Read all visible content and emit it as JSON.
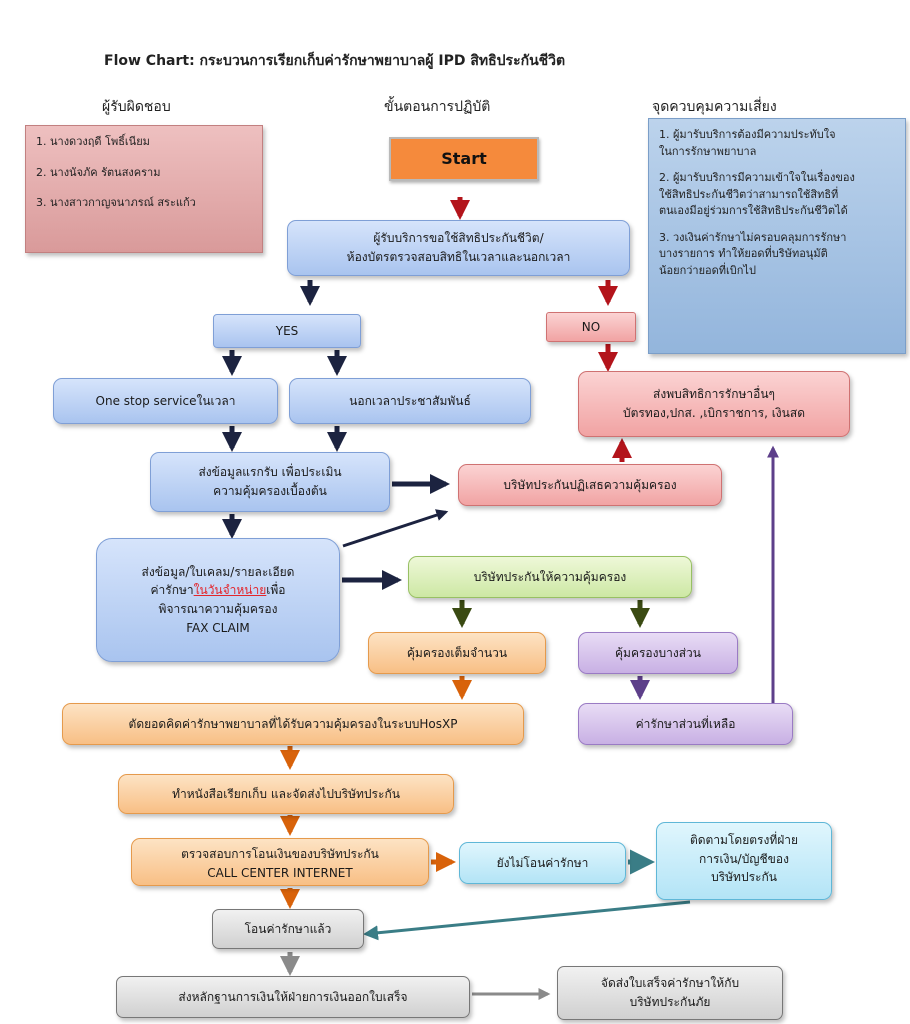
{
  "title": "Flow Chart: กระบวนการเรียกเก็บค่ารักษาพยาบาลผู้ IPD สิทธิประกันชีวิต",
  "headers": {
    "responsible": "ผู้รับผิดชอบ",
    "procedure": "ขั้นตอนการปฏิบัติ",
    "risk": "จุดควบคุมความเสี่ยง"
  },
  "responsible": [
    "1. นางดวงฤดี  โพธิ์เนียม",
    "2. นางนัจภัค  รัตนสงคราม",
    "3. นางสาวกาญจนาภรณ์  สระแก้ว"
  ],
  "risks": [
    [
      "1.  ผู้มารับบริการต้องมีความประทับใจ",
      "ในการรักษาพยาบาล"
    ],
    [
      "2. ผู้มารับบริการมีความเข้าใจในเรื่องของ",
      "ใช้สิทธิประกันชีวิตว่าสามารถใช้สิทธิที่",
      "ตนเองมีอยู่ร่วมการใช้สิทธิประกันชีวิตได้"
    ],
    [
      "3. วงเงินค่ารักษาไม่ครอบคลุมการรักษา",
      "บางรายการ ทำให้ยอดที่บริษัทอนุมัติ",
      "น้อยกว่ายอดที่เบิกไป"
    ]
  ],
  "nodes": {
    "start": "Start",
    "request": [
      "ผู้รับบริการขอใช้สิทธิประกันชีวิต/",
      "ห้องบัตรตรวจสอบสิทธิในเวลาและนอกเวลา"
    ],
    "yes": "YES",
    "no": "NO",
    "other_rights": [
      "ส่งพบสิทธิการรักษาอื่นๆ",
      "บัตรทอง,ปกส. ,เบิกราชการ, เงินสด"
    ],
    "one_stop": "One stop serviceในเวลา",
    "after_hours": "นอกเวลาประชาสัมพันธ์",
    "send_initial": [
      "ส่งข้อมูลแรกรับ เพื่อประเมิน",
      "ความคุ้มครองเบื้องต้น"
    ],
    "rejected": "บริษัทประกันปฏิเสธความคุ้มครอง",
    "send_claim_l1": "ส่งข้อมูล/ใบเคลม/รายละเอียด",
    "send_claim_l2a": "ค่ารักษา",
    "send_claim_l2b": "ในวันจำหน่าย",
    "send_claim_l2c": "เพื่อ",
    "send_claim_l3": "พิจารณาความคุ้มครอง",
    "send_claim_l4": "FAX CLAIM",
    "covered": "บริษัทประกันให้ความคุ้มครอง",
    "full": "คุ้มครองเต็มจำนวน",
    "partial": "คุ้มครองบางส่วน",
    "remaining": "ค่ารักษาส่วนที่เหลือ",
    "cut_balance": "ตัดยอดคิดค่ารักษาพยาบาลที่ได้รับความคุ้มครองในระบบHosXP",
    "billing_letter": "ทำหนังสือเรียกเก็บ และจัดส่งไปบริษัทประกัน",
    "check_transfer": [
      "ตรวจสอบการโอนเงินของบริษัทประกัน",
      "CALL CENTER INTERNET"
    ],
    "not_transferred": "ยังไม่โอนค่ารักษา",
    "follow_up": [
      "ติดตามโดยตรงที่ฝ่าย",
      "การเงิน/บัญชีของ",
      "บริษัทประกัน"
    ],
    "transferred": "โอนค่ารักษาแล้ว",
    "send_finance": "ส่งหลักฐานการเงินให้ฝ่ายการเงินออกใบเสร็จ",
    "send_receipt": [
      "จัดส่งใบเสร็จค่ารักษาให้กับ",
      "บริษัทประกันภัย"
    ]
  },
  "colors": {
    "arrow_dark": "#1c2340",
    "arrow_red": "#b3141b",
    "arrow_green": "#3a4a12",
    "arrow_orange": "#d8620a",
    "arrow_purple": "#5d3f8a",
    "arrow_teal": "#3a7d86",
    "arrow_gray": "#8a8a8a"
  }
}
